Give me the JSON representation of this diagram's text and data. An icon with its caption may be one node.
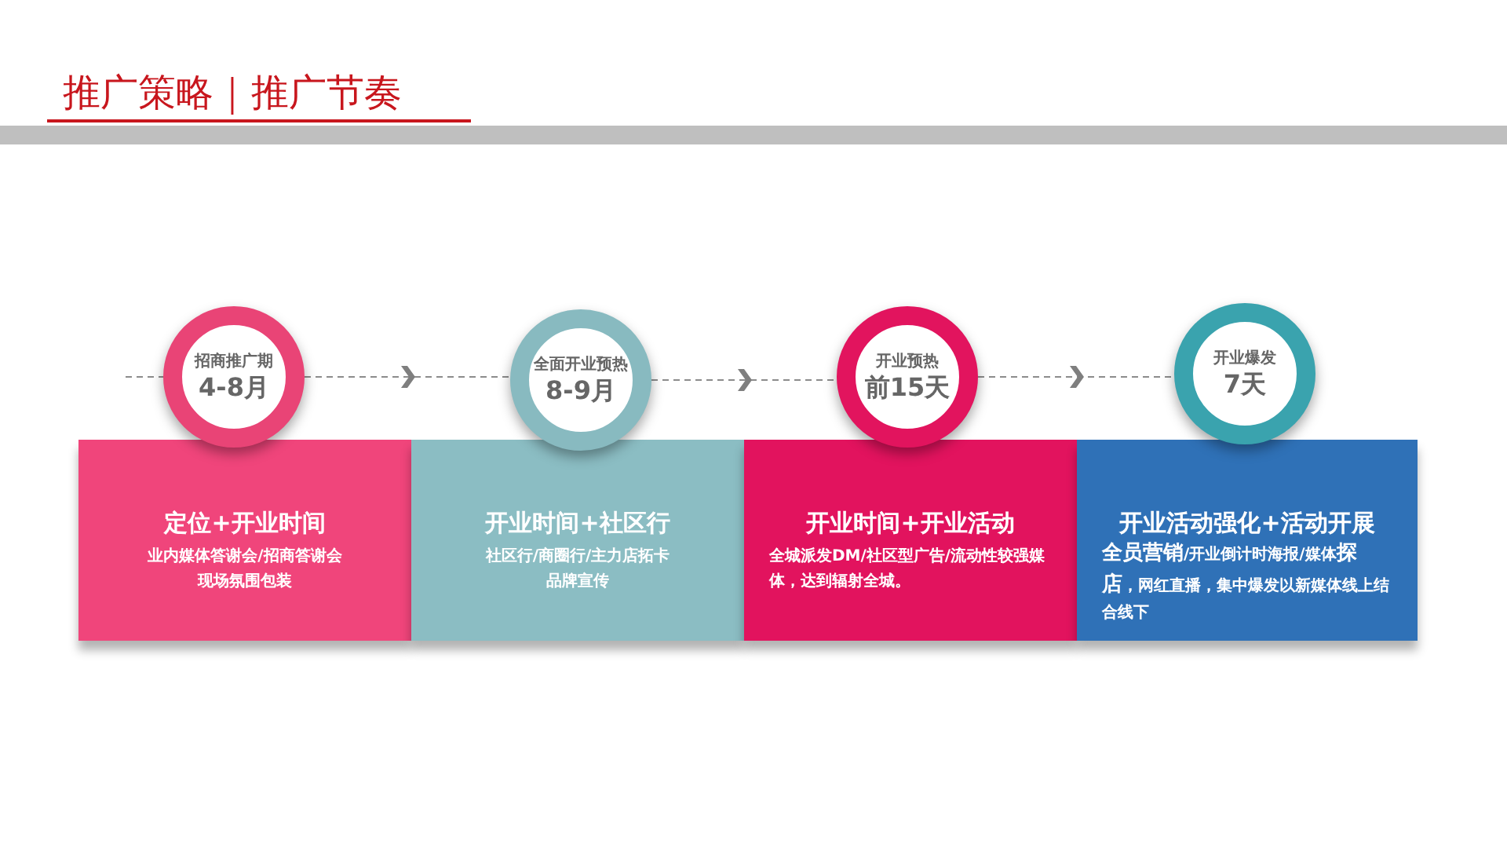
{
  "diagram": {
    "title": "推广策略｜推广节奏",
    "nodes": [
      {
        "text": [
          "招商推广期",
          "4-8月"
        ]
      },
      {
        "text": [
          "全面开业预热",
          "8-9月"
        ]
      },
      {
        "text": [
          "开业预热",
          "前15天"
        ]
      },
      {
        "text": [
          "开业爆发",
          "7天"
        ]
      },
      {
        "text": [
          "定位+开业时间",
          "业内媒体答谢会/招商答谢会",
          "现场氛围包装"
        ]
      },
      {
        "text": [
          "开业时间+社区行",
          "社区行/商圈行/主力店拓卡",
          "品牌宣传"
        ]
      },
      {
        "text": [
          "开业时间+开业活动",
          "全城派发DM/社区型广告/流动性较强媒体，达到辐射全城。"
        ]
      },
      {
        "text": [
          "开业活动强化+活动开展",
          "**全员营销**/开业倒计时海报/媒体**探店**，网红直播，集中爆发以新媒体线上结合线下"
        ]
      }
    ],
    "edges": [
      {
        "from": null,
        "to": 0,
        "arrow": "none",
        "style": "dashed"
      },
      {
        "from": 0,
        "to": 1,
        "arrow": "to",
        "style": "dashed"
      },
      {
        "from": 1,
        "to": 2,
        "arrow": "to",
        "style": "dashed"
      },
      {
        "from": 2,
        "to": 3,
        "arrow": "to",
        "style": "dashed"
      }
    ]
  }
}
